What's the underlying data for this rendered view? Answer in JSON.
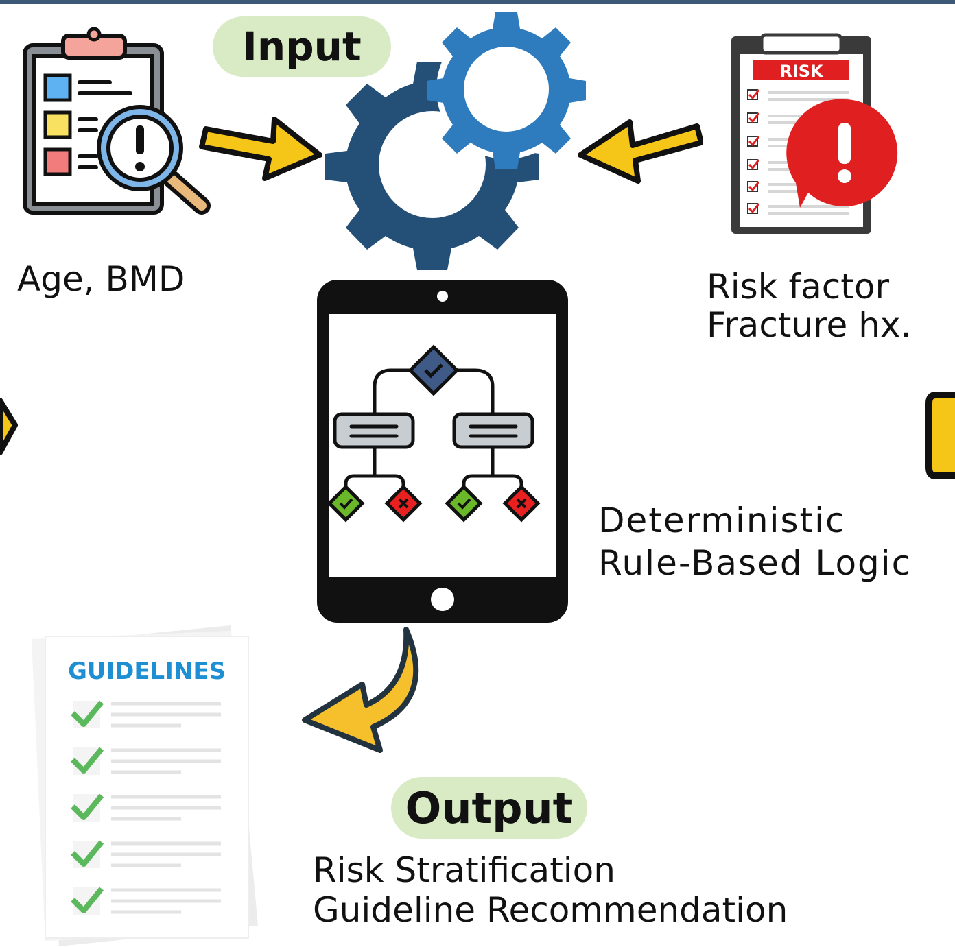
{
  "input": {
    "label": "Input"
  },
  "output": {
    "label": "Output"
  },
  "inputs": {
    "patient_data": "Age, BMD",
    "risk_line1": "Risk factor",
    "risk_line2": "Fracture hx."
  },
  "engine": {
    "line1": "Deterministic",
    "line2": "Rule-Based Logic"
  },
  "results": {
    "line1": "Risk Stratification",
    "line2": "Guideline Recommendation"
  },
  "clipboard_risk": {
    "header": "RISK"
  },
  "guidelines_doc": {
    "header": "GUIDELINES"
  },
  "colors": {
    "gear_dark": "#245078",
    "gear_light": "#2e7bbd",
    "arrow_yellow": "#f5c518",
    "pill_green": "#d8ebc4",
    "alert_red": "#e02020"
  },
  "icons": [
    "clipboard-search-icon",
    "gear-icon",
    "risk-clipboard-icon",
    "tablet-decision-tree-icon",
    "curved-arrow-icon",
    "guidelines-document-icon"
  ]
}
